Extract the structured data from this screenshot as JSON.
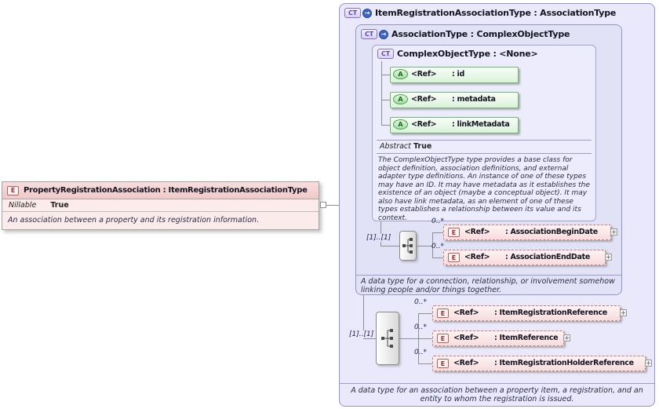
{
  "icons": {
    "expand": "+",
    "derived": "→"
  },
  "colors": {
    "type_lavender": "#e9e9fb",
    "element_pink": "#fcebeb",
    "attribute_green": "#e8f7e8",
    "border_blue": "#9494ca"
  },
  "element": {
    "badge": "E",
    "title": "PropertyRegistrationAssociation : ItemRegistrationAssociationType",
    "prop_name": "Nillable",
    "prop_value": "True",
    "description": "An association between a property and its registration information."
  },
  "types": {
    "outer": {
      "badge": "CT",
      "title": "ItemRegistrationAssociationType : AssociationType",
      "description": "A data type for an association between a property item, a registration, and an entity to whom the registration is issued."
    },
    "middle": {
      "badge": "CT",
      "title": "AssociationType : ComplexObjectType",
      "description": "A data type for a connection, relationship, or involvement somehow linking people and/or things together."
    },
    "inner": {
      "badge": "CT",
      "title": "ComplexObjectType : <None>",
      "prop_name": "Abstract",
      "prop_value": "True",
      "description": "The ComplexObjectType type provides a base class for object definition, association definitions, and external adapter type definitions. An instance of one of these types may have an ID. It may have metadata as it establishes the existence of an object (maybe a conceptual object). It may also have link metadata, as an element of one of these types establishes a relationship between its value and its context.",
      "attributes": [
        {
          "badge": "A",
          "ref": "<Ref>",
          "name": ": id"
        },
        {
          "badge": "A",
          "ref": "<Ref>",
          "name": ": metadata"
        },
        {
          "badge": "A",
          "ref": "<Ref>",
          "name": ": linkMetadata"
        }
      ]
    }
  },
  "sequences": {
    "association": {
      "cardinality": "[1]..[1]",
      "elements": [
        {
          "badge": "E",
          "occurs": "0..*",
          "ref": "<Ref>",
          "name": ": AssociationBeginDate"
        },
        {
          "badge": "E",
          "occurs": "0..*",
          "ref": "<Ref>",
          "name": ": AssociationEndDate"
        }
      ]
    },
    "item": {
      "cardinality": "[1]..[1]",
      "elements": [
        {
          "badge": "E",
          "occurs": "0..*",
          "ref": "<Ref>",
          "name": ": ItemRegistrationReference"
        },
        {
          "badge": "E",
          "occurs": "0..*",
          "ref": "<Ref>",
          "name": ": ItemReference"
        },
        {
          "badge": "E",
          "occurs": "0..*",
          "ref": "<Ref>",
          "name": ": ItemRegistrationHolderReference"
        }
      ]
    }
  }
}
